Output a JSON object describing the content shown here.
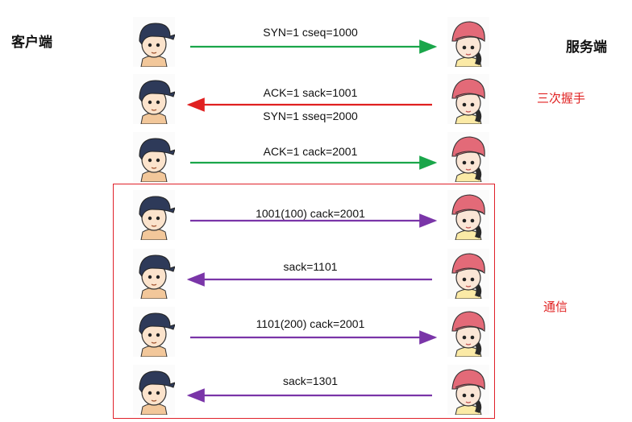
{
  "labels": {
    "client": "客户端",
    "server": "服务端",
    "handshake": "三次握手",
    "communication": "通信"
  },
  "colors": {
    "handshake_forward": "#1aa64a",
    "handshake_back": "#e02020",
    "data": "#7a35a8",
    "frame": "#e0202a"
  },
  "messages": [
    {
      "lines": [
        "SYN=1 cseq=1000"
      ],
      "direction": "client-to-server",
      "color": "#1aa64a"
    },
    {
      "lines": [
        "ACK=1 sack=1001",
        "SYN=1 sseq=2000"
      ],
      "direction": "server-to-client",
      "color": "#e02020"
    },
    {
      "lines": [
        "ACK=1 cack=2001"
      ],
      "direction": "client-to-server",
      "color": "#1aa64a"
    },
    {
      "lines": [
        "1001(100) cack=2001"
      ],
      "direction": "client-to-server",
      "color": "#7a35a8"
    },
    {
      "lines": [
        "sack=1101"
      ],
      "direction": "server-to-client",
      "color": "#7a35a8"
    },
    {
      "lines": [
        "1101(200) cack=2001"
      ],
      "direction": "client-to-server",
      "color": "#7a35a8"
    },
    {
      "lines": [
        "sack=1301"
      ],
      "direction": "server-to-client",
      "color": "#7a35a8"
    }
  ],
  "icons": {
    "client": "boy-avatar-icon",
    "server": "girl-avatar-icon"
  }
}
